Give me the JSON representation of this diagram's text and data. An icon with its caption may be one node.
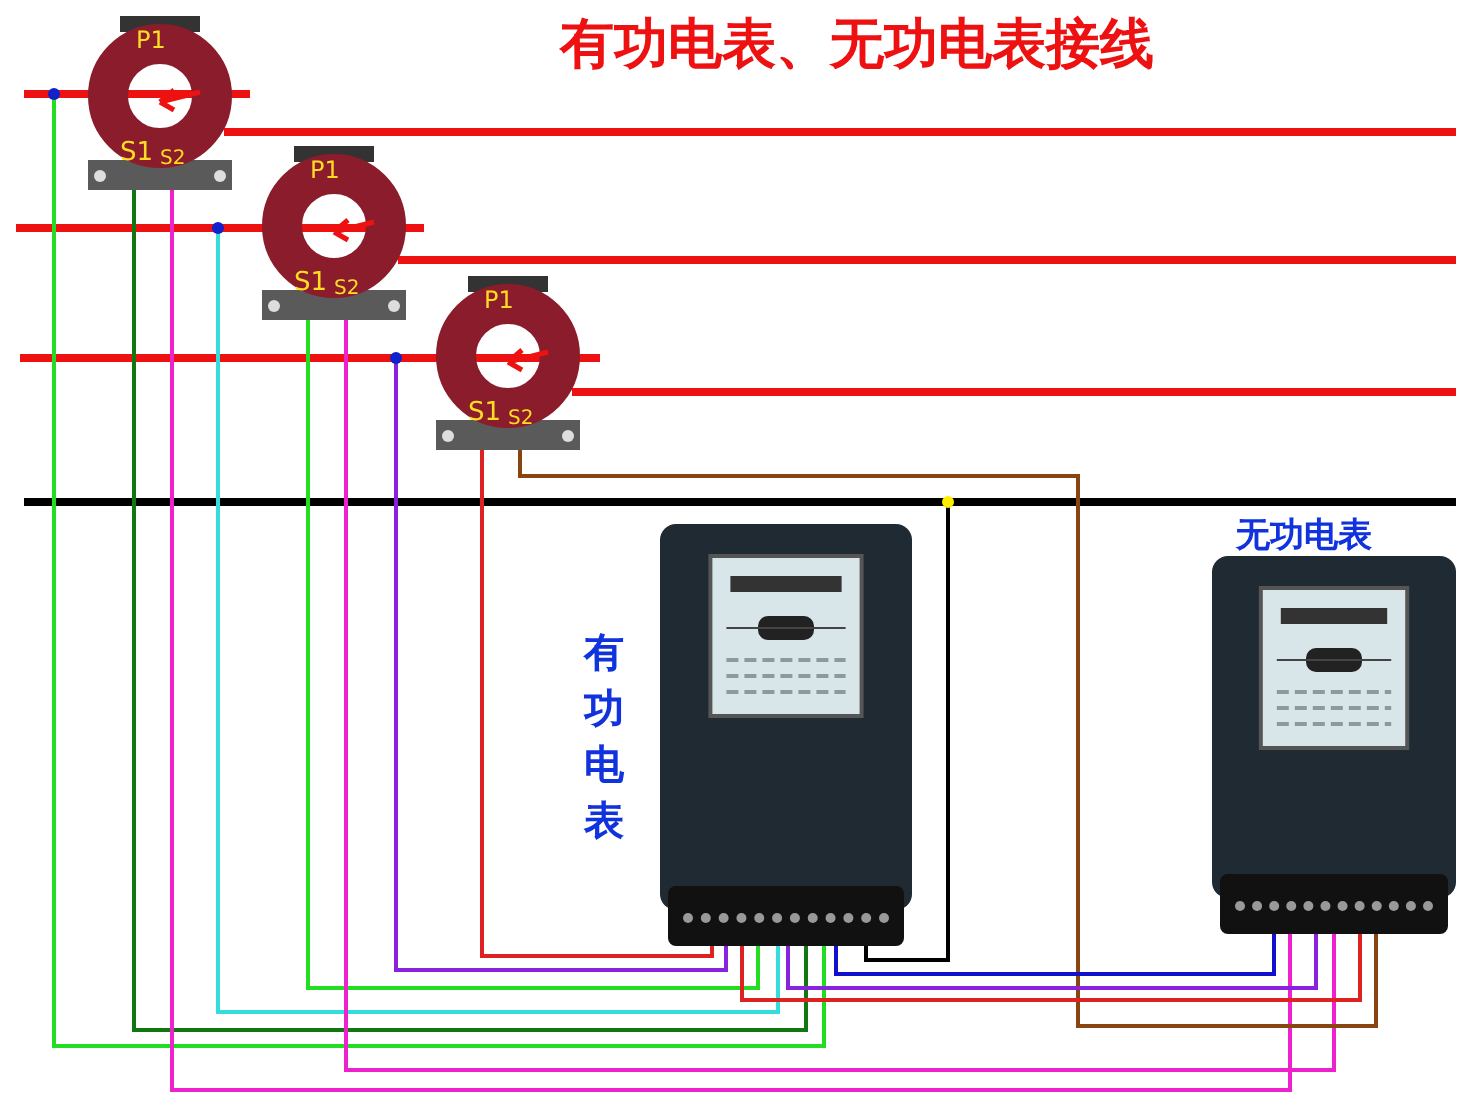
{
  "diagram": {
    "title": "有功电表、无功电表接线",
    "nodes": [
      {
        "text": [
          "P1",
          "S1",
          "S2"
        ]
      },
      {
        "text": [
          "P1",
          "S1",
          "S2"
        ]
      },
      {
        "text": [
          "P1",
          "S1",
          "S2"
        ]
      },
      {
        "text": [],
        "shape": "picture",
        "beside": [
          "有功电表"
        ]
      },
      {
        "text": [],
        "shape": "picture",
        "beside": [
          "无功电表"
        ]
      }
    ],
    "edges": [
      {
        "from": null,
        "to": 3,
        "arrow": "none",
        "color": "#22dd22"
      },
      {
        "from": 0,
        "to": 3,
        "arrow": "none",
        "color": "#117711"
      },
      {
        "from": 0,
        "to": 4,
        "arrow": "none",
        "color": "#ee22cc"
      },
      {
        "from": null,
        "to": 3,
        "arrow": "none",
        "color": "#33dddd"
      },
      {
        "from": 1,
        "to": 3,
        "arrow": "none",
        "color": "#22dd22"
      },
      {
        "from": 1,
        "to": 4,
        "arrow": "none",
        "color": "#ee22cc"
      },
      {
        "from": null,
        "to": 3,
        "arrow": "none",
        "color": "#8822dd"
      },
      {
        "from": 2,
        "to": 3,
        "arrow": "none",
        "color": "#dd2222"
      },
      {
        "from": 2,
        "to": 4,
        "arrow": "none",
        "color": "#884411"
      },
      {
        "from": null,
        "to": 3,
        "arrow": "none",
        "color": "#000000"
      },
      {
        "from": 3,
        "to": 4,
        "arrow": "none",
        "color": "#1111cc"
      },
      {
        "from": 3,
        "to": 4,
        "arrow": "none",
        "color": "#8822dd"
      },
      {
        "from": 3,
        "to": 4,
        "arrow": "none",
        "color": "#dd2222"
      }
    ]
  }
}
